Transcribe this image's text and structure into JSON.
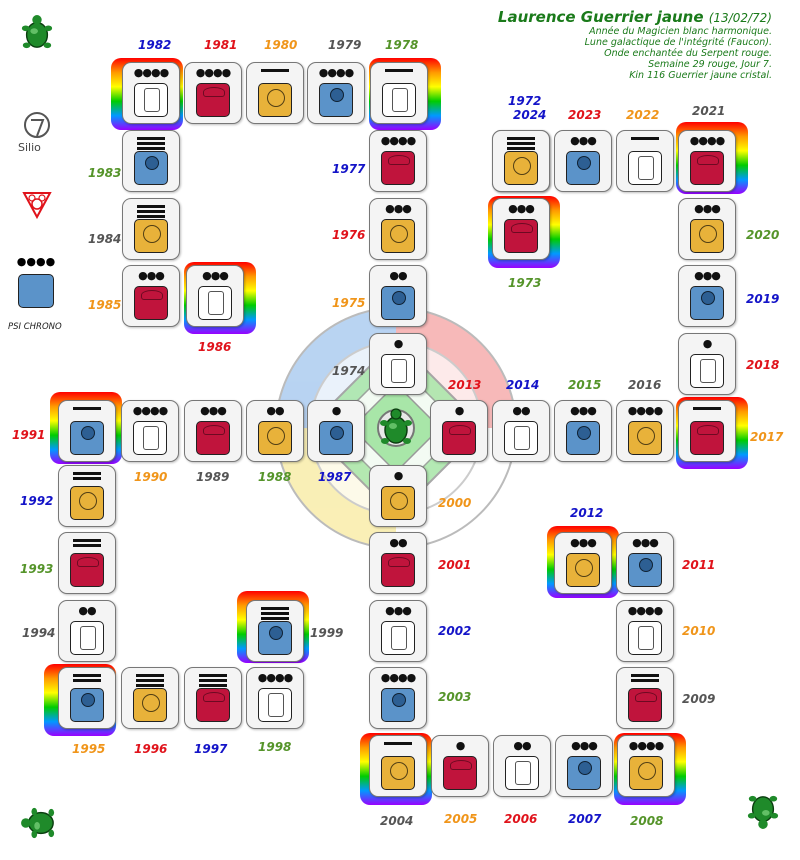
{
  "header": {
    "name": "Laurence Guerrier jaune",
    "date": "(13/02/72)",
    "lines": [
      "Année du Magicien blanc harmonique.",
      "Lune galactique de l'intégrité (Faucon).",
      "Onde enchantée du Serpent rouge.",
      "Semaine 29 rouge, Jour 7.",
      "Kin 116 Guerrier jaune cristal."
    ]
  },
  "sidebar": {
    "silio_label": "Silio",
    "psi_label": "PSI CHRONO"
  },
  "colors": {
    "red": "#c0143c",
    "white": "#ffffff",
    "blue": "#5b93c9",
    "yellow": "#e8b23a",
    "green_text": "#55942a"
  },
  "tiles": [
    {
      "year": "1982",
      "glyph": "white",
      "dots": 4,
      "bars": 0,
      "label_color": "blue"
    },
    {
      "year": "1981",
      "glyph": "red",
      "dots": 4,
      "bars": 0,
      "label_color": "red"
    },
    {
      "year": "1980",
      "glyph": "yellow",
      "dots": 0,
      "bars": 1,
      "label_color": "yellow"
    },
    {
      "year": "1979",
      "glyph": "blue",
      "dots": 4,
      "bars": 0,
      "label_color": "white"
    },
    {
      "year": "1978",
      "glyph": "white",
      "dots": 0,
      "bars": 1,
      "label_color": "green"
    },
    {
      "year": "1977",
      "glyph": "red",
      "dots": 4,
      "bars": 0,
      "label_color": "blue"
    },
    {
      "year": "1976",
      "glyph": "yellow",
      "dots": 3,
      "bars": 0,
      "label_color": "red"
    },
    {
      "year": "1975",
      "glyph": "blue",
      "dots": 2,
      "bars": 0,
      "label_color": "yellow"
    },
    {
      "year": "1974",
      "glyph": "white",
      "dots": 1,
      "bars": 0,
      "label_color": "white"
    },
    {
      "year": "1983",
      "glyph": "blue",
      "dots": 0,
      "bars": 3,
      "label_color": "green"
    },
    {
      "year": "1984",
      "glyph": "yellow",
      "dots": 0,
      "bars": 3,
      "label_color": "white"
    },
    {
      "year": "1985",
      "glyph": "red",
      "dots": 3,
      "bars": 0,
      "label_color": "yellow"
    },
    {
      "year": "1986",
      "glyph": "white",
      "dots": 3,
      "bars": 0,
      "label_color": "red"
    },
    {
      "year": "1972",
      "glyph": "yellow",
      "dots": 0,
      "bars": 3,
      "label_color": "blue"
    },
    {
      "year": "2024",
      "glyph": "yellow",
      "dots": 0,
      "bars": 3,
      "label_color": "blue"
    },
    {
      "year": "2023",
      "glyph": "blue",
      "dots": 3,
      "bars": 0,
      "label_color": "red"
    },
    {
      "year": "2022",
      "glyph": "white",
      "dots": 0,
      "bars": 1,
      "label_color": "yellow"
    },
    {
      "year": "2021",
      "glyph": "red",
      "dots": 4,
      "bars": 0,
      "label_color": "white"
    },
    {
      "year": "1973",
      "glyph": "red",
      "dots": 3,
      "bars": 0,
      "label_color": "green"
    },
    {
      "year": "2020",
      "glyph": "yellow",
      "dots": 3,
      "bars": 0,
      "label_color": "green"
    },
    {
      "year": "2019",
      "glyph": "blue",
      "dots": 3,
      "bars": 0,
      "label_color": "blue"
    },
    {
      "year": "2018",
      "glyph": "white",
      "dots": 1,
      "bars": 0,
      "label_color": "red"
    },
    {
      "year": "2017",
      "glyph": "red",
      "dots": 0,
      "bars": 1,
      "label_color": "yellow"
    },
    {
      "year": "2016",
      "glyph": "yellow",
      "dots": 4,
      "bars": 0,
      "label_color": "white"
    },
    {
      "year": "2015",
      "glyph": "blue",
      "dots": 3,
      "bars": 0,
      "label_color": "green"
    },
    {
      "year": "2014",
      "glyph": "white",
      "dots": 2,
      "bars": 0,
      "label_color": "blue"
    },
    {
      "year": "2013",
      "glyph": "red",
      "dots": 1,
      "bars": 0,
      "label_color": "red"
    },
    {
      "year": "1991",
      "glyph": "blue",
      "dots": 0,
      "bars": 1,
      "label_color": "red"
    },
    {
      "year": "1990",
      "glyph": "white",
      "dots": 4,
      "bars": 0,
      "label_color": "yellow"
    },
    {
      "year": "1989",
      "glyph": "red",
      "dots": 3,
      "bars": 0,
      "label_color": "white"
    },
    {
      "year": "1988",
      "glyph": "yellow",
      "dots": 2,
      "bars": 0,
      "label_color": "green"
    },
    {
      "year": "1987",
      "glyph": "blue",
      "dots": 1,
      "bars": 0,
      "label_color": "blue"
    },
    {
      "year": "1992",
      "glyph": "yellow",
      "dots": 0,
      "bars": 2,
      "label_color": "blue"
    },
    {
      "year": "1993",
      "glyph": "red",
      "dots": 0,
      "bars": 2,
      "label_color": "green"
    },
    {
      "year": "1994",
      "glyph": "white",
      "dots": 2,
      "bars": 0,
      "label_color": "white"
    },
    {
      "year": "1995",
      "glyph": "blue",
      "dots": 0,
      "bars": 2,
      "label_color": "yellow"
    },
    {
      "year": "1996",
      "glyph": "yellow",
      "dots": 0,
      "bars": 3,
      "label_color": "red"
    },
    {
      "year": "1997",
      "glyph": "red",
      "dots": 0,
      "bars": 3,
      "label_color": "blue"
    },
    {
      "year": "1998",
      "glyph": "white",
      "dots": 4,
      "bars": 0,
      "label_color": "green"
    },
    {
      "year": "1999",
      "glyph": "blue",
      "dots": 0,
      "bars": 3,
      "label_color": "white"
    },
    {
      "year": "2000",
      "glyph": "yellow",
      "dots": 1,
      "bars": 0,
      "label_color": "yellow"
    },
    {
      "year": "2001",
      "glyph": "red",
      "dots": 2,
      "bars": 0,
      "label_color": "red"
    },
    {
      "year": "2002",
      "glyph": "white",
      "dots": 3,
      "bars": 0,
      "label_color": "blue"
    },
    {
      "year": "2003",
      "glyph": "blue",
      "dots": 4,
      "bars": 0,
      "label_color": "green"
    },
    {
      "year": "2004",
      "glyph": "yellow",
      "dots": 0,
      "bars": 1,
      "label_color": "white"
    },
    {
      "year": "2005",
      "glyph": "red",
      "dots": 1,
      "bars": 0,
      "label_color": "yellow"
    },
    {
      "year": "2006",
      "glyph": "white",
      "dots": 2,
      "bars": 0,
      "label_color": "red"
    },
    {
      "year": "2007",
      "glyph": "blue",
      "dots": 3,
      "bars": 0,
      "label_color": "blue"
    },
    {
      "year": "2008",
      "glyph": "yellow",
      "dots": 4,
      "bars": 0,
      "label_color": "green"
    },
    {
      "year": "2009",
      "glyph": "red",
      "dots": 0,
      "bars": 2,
      "label_color": "white"
    },
    {
      "year": "2010",
      "glyph": "white",
      "dots": 4,
      "bars": 0,
      "label_color": "yellow"
    },
    {
      "year": "2011",
      "glyph": "blue",
      "dots": 3,
      "bars": 0,
      "label_color": "red"
    },
    {
      "year": "2012",
      "glyph": "yellow",
      "dots": 3,
      "bars": 0,
      "label_color": "blue"
    }
  ]
}
